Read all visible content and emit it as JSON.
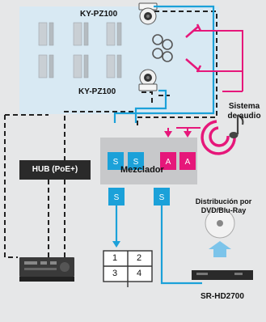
{
  "labels": {
    "camera_top": "KY-PZ100",
    "camera_bottom": "KY-PZ100",
    "audio_system": "Sistema\nde audio",
    "hub": "HUB (PoE+)",
    "mixer": "Mezclador",
    "distribution": "Distribución por\nDVD/Blu-Ray",
    "recorder": "SR-HD2700"
  },
  "ports": {
    "in1": "S",
    "in2": "S",
    "in3": "A",
    "in4": "A",
    "out1": "S",
    "out2": "S"
  },
  "monitor": {
    "cells": [
      "1",
      "2",
      "3",
      "4"
    ]
  },
  "colors": {
    "video_line": "#1ba1d9",
    "audio_line": "#e6177a",
    "network_line": "#222222",
    "studio_bg": "#d8e9f3",
    "mixer_bg": "#c7c8ca",
    "background": "#e6e7e8"
  },
  "icons": {
    "audio": "music-note-icon",
    "disc": "disc-icon",
    "upload": "up-arrow-icon"
  }
}
